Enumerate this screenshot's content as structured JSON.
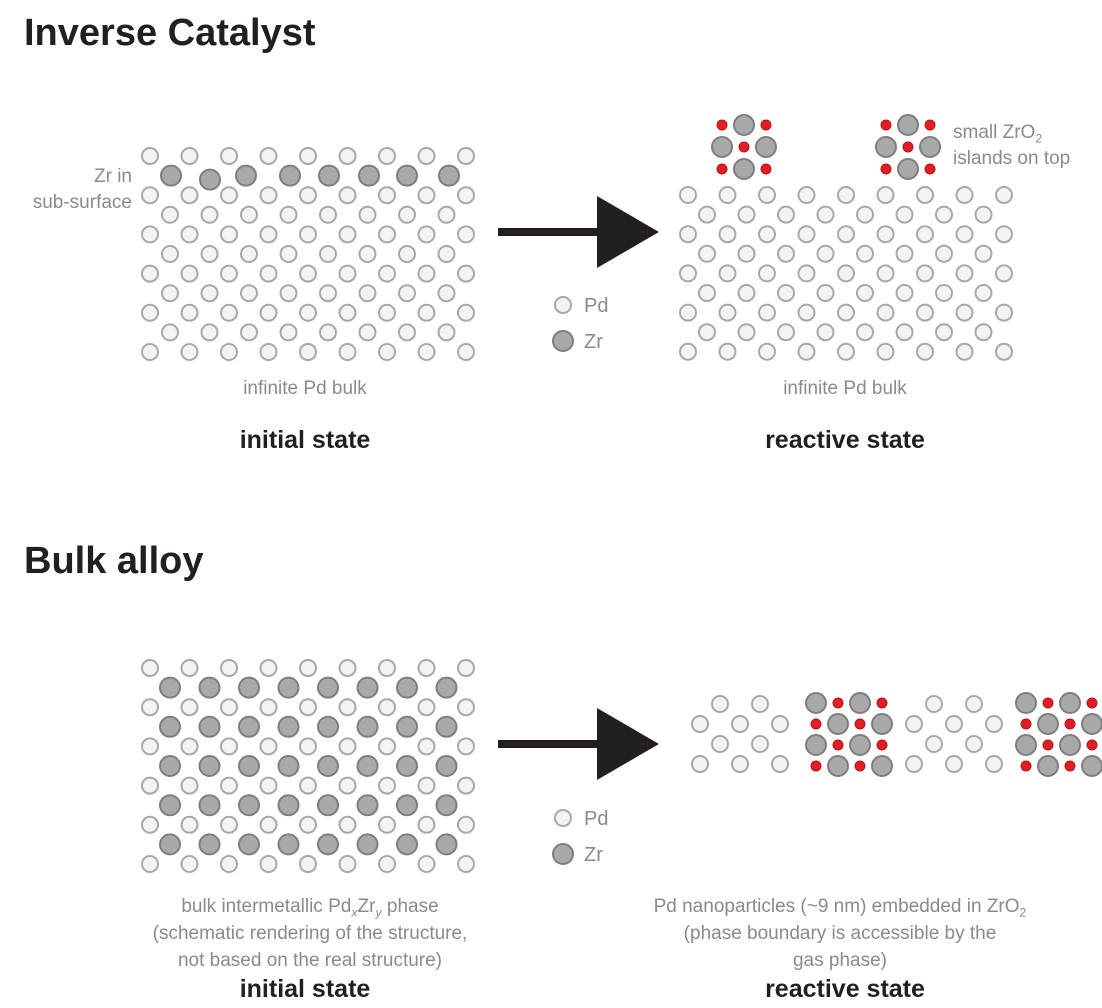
{
  "colors": {
    "pd_fill": "#f3f3f3",
    "pd_stroke": "#a8a8a8",
    "zr_fill": "#a9a9a9",
    "zr_stroke": "#7e7e7e",
    "o_fill": "#e21d25",
    "text": "#231f20",
    "caption": "#8a8a8a"
  },
  "inverse": {
    "title": "Inverse Catalyst",
    "zr_label_line1": "Zr in",
    "zr_label_line2": "sub-surface",
    "initial_bulk_caption": "infinite Pd bulk",
    "initial_state": "initial state",
    "islands_label_prefix": "small ZrO",
    "islands_label_sub": "2",
    "islands_label_line2": "islands on top",
    "reactive_bulk_caption": "infinite Pd bulk",
    "reactive_state": "reactive state",
    "legend": {
      "pd": "Pd",
      "zr": "Zr"
    }
  },
  "bulk": {
    "title": "Bulk alloy",
    "initial_caption_a": "bulk intermetallic Pd",
    "initial_caption_sub_x": "x",
    "initial_caption_b": "Zr",
    "initial_caption_sub_y": "y",
    "initial_caption_c": " phase",
    "initial_caption_line2": "(schematic rendering of the structure,",
    "initial_caption_line3": "not based on the real structure)",
    "initial_state": "initial state",
    "reactive_caption_a": "Pd nanoparticles (~9 nm) embedded in ZrO",
    "reactive_caption_sub": "2",
    "reactive_caption_line2": "(phase boundary is accessible by the",
    "reactive_caption_line3": "gas phase)",
    "reactive_state": "reactive state",
    "legend": {
      "pd": "Pd",
      "zr": "Zr"
    }
  }
}
